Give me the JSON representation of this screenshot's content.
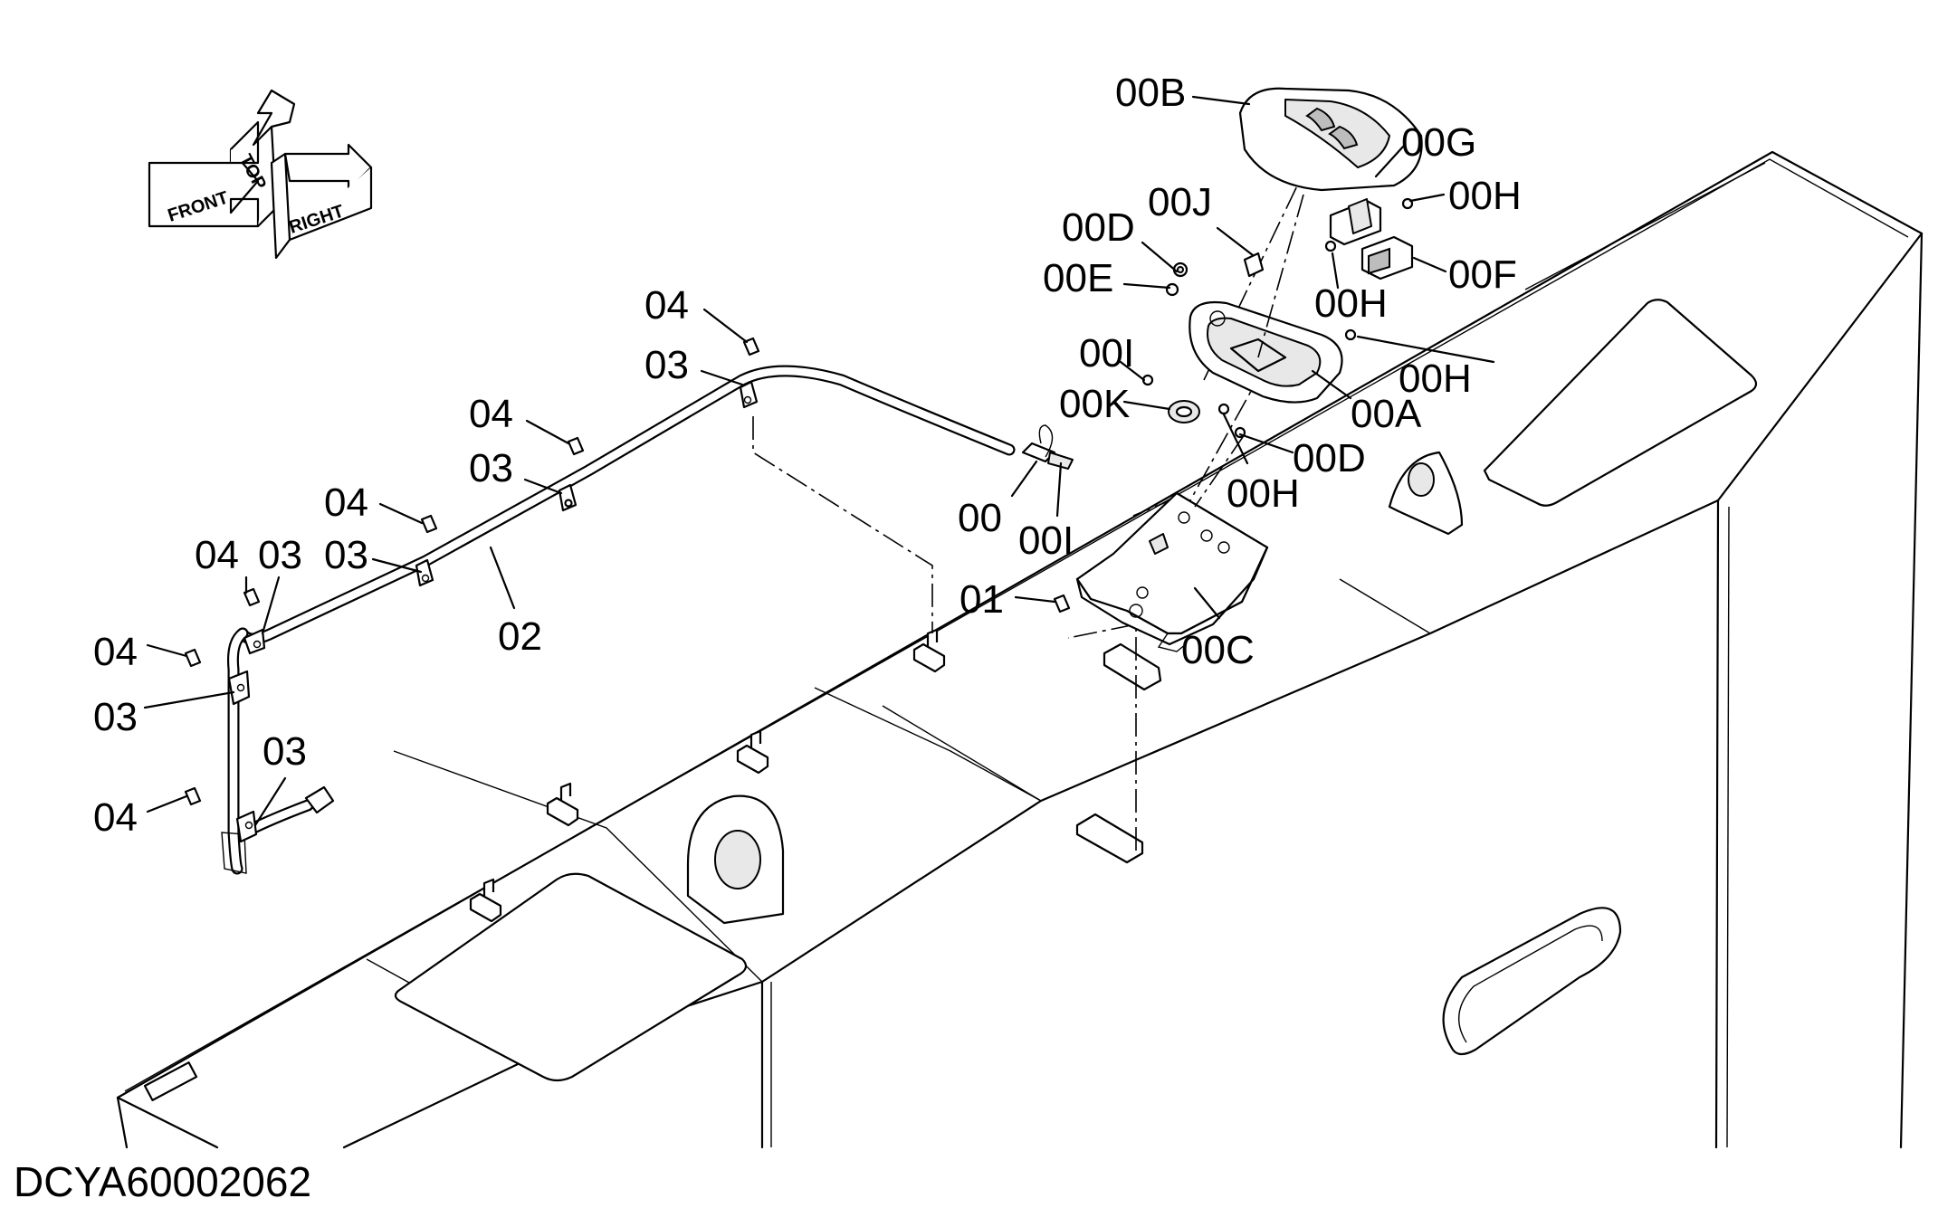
{
  "drawing_code": "DCYA60002062",
  "orientation": {
    "front": "FRONT",
    "top": "TOP",
    "right": "RIGHT"
  },
  "callouts": {
    "c_00B": "00B",
    "c_00G": "00G",
    "c_00H_1": "00H",
    "c_00J": "00J",
    "c_00D_1": "00D",
    "c_00F": "00F",
    "c_00E": "00E",
    "c_00H_2": "00H",
    "c_00H_3": "00H",
    "c_00I_1": "00I",
    "c_00A": "00A",
    "c_00K": "00K",
    "c_00D_2": "00D",
    "c_00H_4": "00H",
    "c_00": "00",
    "c_00I_2": "00I",
    "c_01": "01",
    "c_00C": "00C",
    "c_04_1": "04",
    "c_03_1": "03",
    "c_04_2": "04",
    "c_03_2": "03",
    "c_04_3": "04",
    "c_03_3": "03",
    "c_04_4": "04",
    "c_03_4": "03",
    "c_02": "02",
    "c_04_5": "04",
    "c_03_5": "03",
    "c_03_6": "03",
    "c_04_6": "04"
  }
}
